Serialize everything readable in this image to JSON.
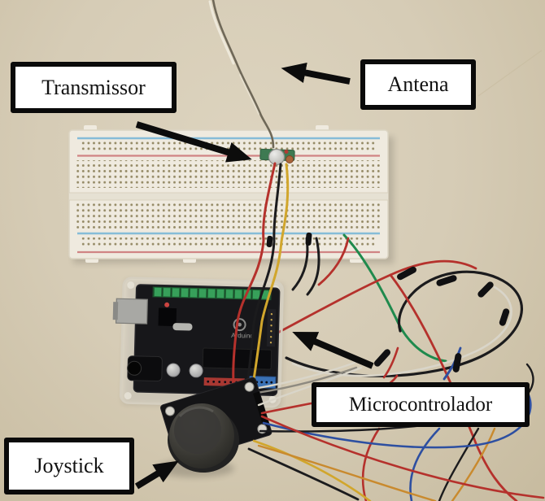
{
  "figure": {
    "labels": {
      "transmissor": "Transmissor",
      "antena": "Antena",
      "microcontrolador": "Microcontrolador",
      "joystick": "Joystick"
    },
    "board_text": "Arduino",
    "colors": {
      "background": "#d6ccb6",
      "label_bg": "#ffffff",
      "label_border": "#0a0a0a",
      "label_text": "#111111",
      "arrow": "#0c0c0c",
      "breadboard": "#efeadf",
      "rail_red": "#d08484",
      "rail_blue": "#86bcd8",
      "pcb_black": "#17171a",
      "pcb_green": "#3e7a52",
      "wire_red": "#b5312c",
      "wire_yellow": "#d1a62c",
      "wire_orange": "#c98a2e",
      "wire_green": "#1f8a4d",
      "wire_blue": "#2d4fa1",
      "wire_black": "#1b1b1d",
      "wire_white": "#d9d5c9",
      "wire_gray": "#8e8a80",
      "antenna_dark": "#6f6858",
      "antenna_light": "#eee9db"
    }
  }
}
